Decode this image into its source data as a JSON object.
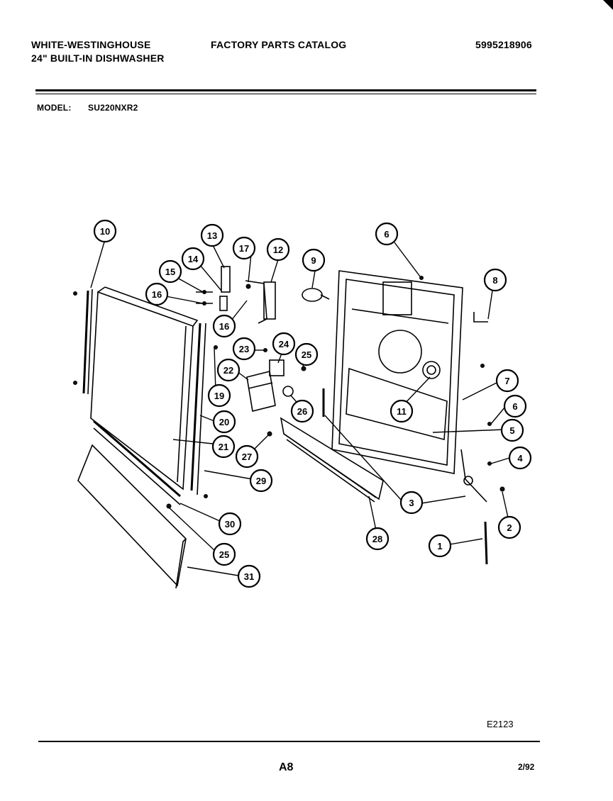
{
  "header": {
    "brand": "WHITE-WESTINGHOUSE",
    "subtitle": "24\" BUILT-IN DISHWASHER",
    "catalog_title": "FACTORY PARTS CATALOG",
    "part_number": "5995218906"
  },
  "model": {
    "label": "MODEL:",
    "value": "SU220NXR2"
  },
  "callouts": [
    "10",
    "13",
    "14",
    "15",
    "16",
    "17",
    "12",
    "16",
    "9",
    "6",
    "8",
    "23",
    "24",
    "25",
    "22",
    "26",
    "19",
    "20",
    "21",
    "7",
    "11",
    "6",
    "5",
    "4",
    "27",
    "29",
    "30",
    "25",
    "31",
    "28",
    "3",
    "2",
    "1"
  ],
  "footer": {
    "diagram_code": "E2123",
    "page": "A8",
    "date": "2/92"
  }
}
